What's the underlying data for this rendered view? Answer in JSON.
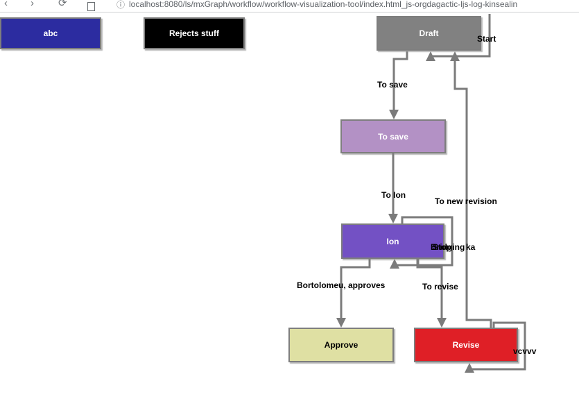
{
  "browser": {
    "back_icon": "‹",
    "forward_icon": "›",
    "reload_icon": "⟳",
    "info_icon": "ⓘ",
    "url": "localhost:8080/ls/mxGraph/workflow/workflow-visualization-tool/index.html_js-orgdagactic-ljs-log-kinsealin"
  },
  "diagram": {
    "nodes": {
      "abc": {
        "label": "abc",
        "fill": "#2c2ca0",
        "text_color": "#ffffff"
      },
      "rejects": {
        "label": "Rejects stuff",
        "fill": "#000000",
        "text_color": "#ffffff"
      },
      "draft": {
        "label": "Draft",
        "fill": "#818181",
        "text_color": "#ffffff"
      },
      "to_save": {
        "label": "To save",
        "fill": "#b391c5",
        "text_color": "#ffffff"
      },
      "ion": {
        "label": "Ion",
        "fill": "#7351c4",
        "text_color": "#ffffff"
      },
      "approve": {
        "label": "Approve",
        "fill": "#dfe0a3",
        "text_color": "#000000"
      },
      "revise": {
        "label": "Revise",
        "fill": "#df1f26",
        "text_color": "#ffffff"
      }
    },
    "edge_labels": {
      "start": "Start",
      "to_save": "To save",
      "to_ion": "To Ion",
      "to_new_revision": "To new revision",
      "bortolomeu": "Bortolomeu, approves",
      "to_revise": "To revise",
      "vcvvv": "vcvvv",
      "ion_loop_1": "Stop",
      "ion_loop_2": "Bridging",
      "ion_loop_3": "ka"
    },
    "colors": {
      "edge": "#7b7b7b",
      "node_border": "#7e7e7e"
    }
  }
}
